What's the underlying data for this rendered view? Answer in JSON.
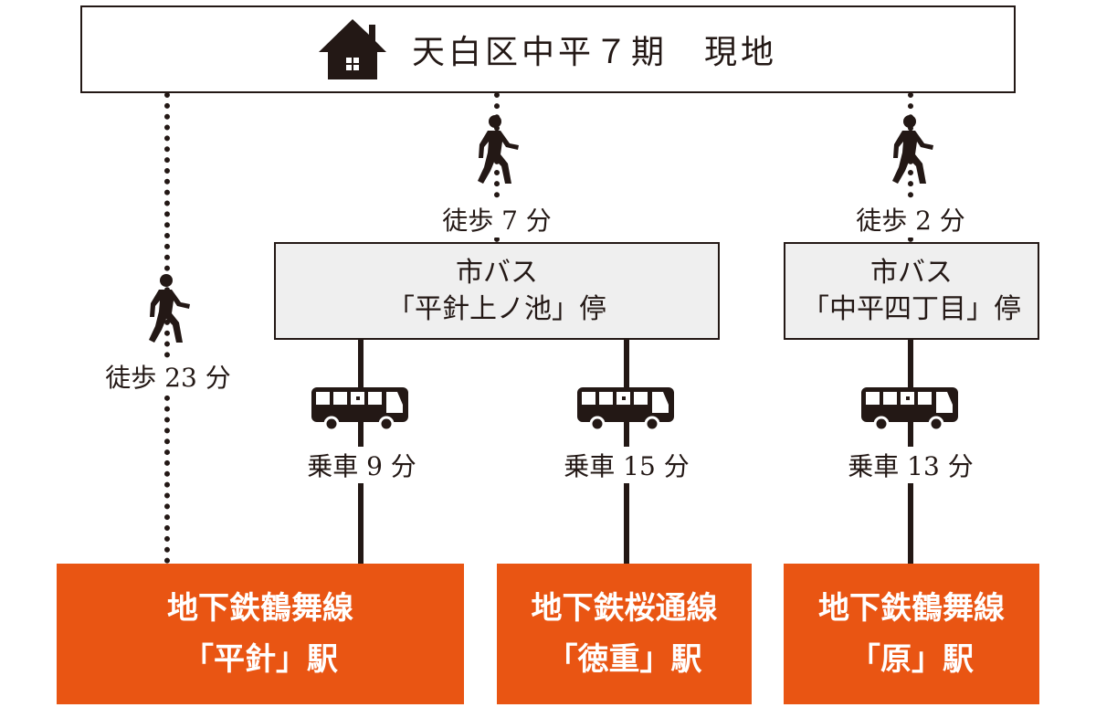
{
  "destination": {
    "icon": "house-icon",
    "label": "天白区中平７期　現地"
  },
  "routes": [
    {
      "walk": "徒歩 23 分",
      "station": {
        "line": "地下鉄鶴舞線",
        "name": "「平針」駅"
      }
    },
    {
      "walk": "徒歩 7 分",
      "bus_stop": {
        "line1": "市バス",
        "line2": "「平針上ノ池」停"
      },
      "rides": [
        {
          "label": "乗車 9 分",
          "station": {
            "line": "地下鉄鶴舞線",
            "name": "「平針」駅"
          }
        },
        {
          "label": "乗車 15 分",
          "station": {
            "line": "地下鉄桜通線",
            "name": "「徳重」駅"
          }
        }
      ]
    },
    {
      "walk": "徒歩 2 分",
      "bus_stop": {
        "line1": "市バス",
        "line2": "「中平四丁目」停"
      },
      "rides": [
        {
          "label": "乗車 13 分",
          "station": {
            "line": "地下鉄鶴舞線",
            "name": "「原」駅"
          }
        }
      ]
    }
  ],
  "colors": {
    "station": "#e95513",
    "ink": "#231815",
    "stop_bg": "#efefef"
  }
}
